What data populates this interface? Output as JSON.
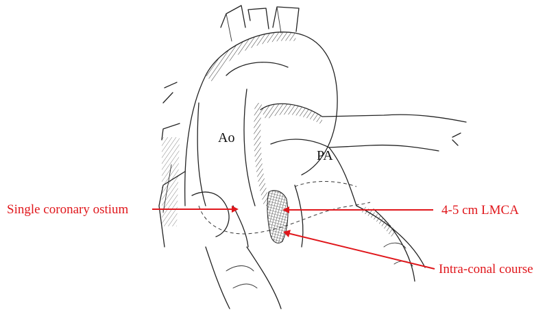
{
  "structure_labels": {
    "aorta": "Ao",
    "pulmonary_artery": "PA"
  },
  "annotations": {
    "single_coronary_ostium": "Single coronary ostium",
    "lmca": "4-5 cm LMCA",
    "intra_conal_course": "Intra-conal course"
  },
  "colors": {
    "annotation": "#e0161b",
    "ink": "#222222"
  }
}
